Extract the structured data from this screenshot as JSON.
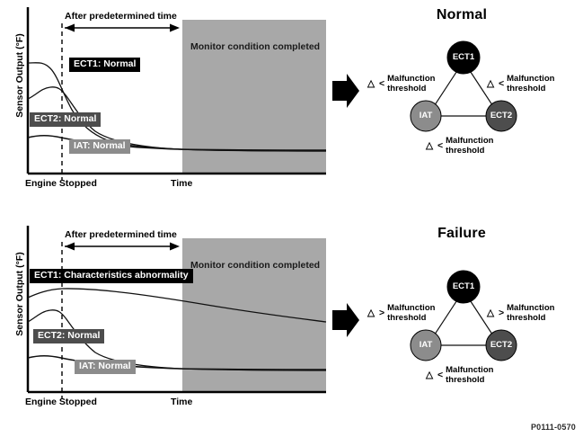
{
  "figure": {
    "code": "P0111-0570"
  },
  "panels": [
    {
      "id": "normal",
      "chart": {
        "ylabel": "Sensor Output (°F)",
        "xlabel": "Time",
        "origin_label": "Engine Stopped",
        "span_label": "After predetermined time",
        "shaded_label": "Monitor condition completed",
        "series": [
          {
            "name": "ECT1",
            "tag": "ECT1: Normal",
            "style": "tag-ect1"
          },
          {
            "name": "ECT2",
            "tag": "ECT2: Normal",
            "style": "tag-ect2"
          },
          {
            "name": "IAT",
            "tag": "IAT: Normal",
            "style": "tag-iat"
          }
        ]
      },
      "diagram": {
        "title": "Normal",
        "nodes": [
          {
            "id": "ECT1",
            "label": "ECT1",
            "color": "#000000"
          },
          {
            "id": "IAT",
            "label": "IAT",
            "color": "#8c8c8c"
          },
          {
            "id": "ECT2",
            "label": "ECT2",
            "color": "#4d4d4d"
          }
        ],
        "edges": [
          {
            "between": "ECT1-IAT",
            "glyphs": "△ <",
            "line1": "Malfunction",
            "line2": "threshold"
          },
          {
            "between": "ECT1-ECT2",
            "glyphs": "△ <",
            "line1": "Malfunction",
            "line2": "threshold"
          },
          {
            "between": "IAT-ECT2",
            "glyphs": "△ <",
            "line1": "Malfunction",
            "line2": "threshold"
          }
        ]
      }
    },
    {
      "id": "failure",
      "chart": {
        "ylabel": "Sensor Output (°F)",
        "xlabel": "Time",
        "origin_label": "Engine Stopped",
        "span_label": "After predetermined time",
        "shaded_label": "Monitor condition completed",
        "series": [
          {
            "name": "ECT1",
            "tag": "ECT1: Characteristics abnormality",
            "style": "tag-ect1"
          },
          {
            "name": "ECT2",
            "tag": "ECT2: Normal",
            "style": "tag-ect2"
          },
          {
            "name": "IAT",
            "tag": "IAT: Normal",
            "style": "tag-iat"
          }
        ]
      },
      "diagram": {
        "title": "Failure",
        "nodes": [
          {
            "id": "ECT1",
            "label": "ECT1",
            "color": "#000000"
          },
          {
            "id": "IAT",
            "label": "IAT",
            "color": "#8c8c8c"
          },
          {
            "id": "ECT2",
            "label": "ECT2",
            "color": "#4d4d4d"
          }
        ],
        "edges": [
          {
            "between": "ECT1-IAT",
            "glyphs": "△ >",
            "line1": "Malfunction",
            "line2": "threshold"
          },
          {
            "between": "ECT1-ECT2",
            "glyphs": "△ >",
            "line1": "Malfunction",
            "line2": "threshold"
          },
          {
            "between": "IAT-ECT2",
            "glyphs": "△ <",
            "line1": "Malfunction",
            "line2": "threshold"
          }
        ]
      }
    }
  ],
  "chart_data": {
    "type": "line",
    "title": "Sensor output after engine stop — Normal vs Failure",
    "xlabel": "Time",
    "ylabel": "Sensor Output (°F)",
    "grid": false,
    "legend": "inline-labels",
    "annotations": [
      "After predetermined time",
      "Monitor condition completed",
      "Engine Stopped"
    ],
    "panels": [
      {
        "name": "Normal",
        "x": [
          0,
          10,
          20,
          30,
          40,
          50,
          60,
          70,
          80,
          90,
          100
        ],
        "series": [
          {
            "name": "ECT1",
            "status": "Normal",
            "values": [
              80,
              80,
              78,
              66,
              50,
              38,
              30,
              25,
              22,
              21,
              20
            ]
          },
          {
            "name": "ECT2",
            "status": "Normal",
            "values": [
              55,
              60,
              61,
              57,
              45,
              36,
              29,
              25,
              22,
              21,
              20
            ]
          },
          {
            "name": "IAT",
            "status": "Normal",
            "values": [
              26,
              26,
              25,
              24,
              23,
              22,
              21,
              20,
              20,
              20,
              20
            ]
          }
        ]
      },
      {
        "name": "Failure",
        "x": [
          0,
          10,
          20,
          30,
          40,
          50,
          60,
          70,
          80,
          90,
          100
        ],
        "series": [
          {
            "name": "ECT1",
            "status": "Characteristics abnormality",
            "values": [
              78,
              82,
              83,
              80,
              76,
              72,
              68,
              64,
              60,
              56,
              52
            ]
          },
          {
            "name": "ECT2",
            "status": "Normal",
            "values": [
              52,
              60,
              62,
              56,
              44,
              34,
              28,
              24,
              22,
              21,
              20
            ]
          },
          {
            "name": "IAT",
            "status": "Normal",
            "values": [
              26,
              26,
              25,
              24,
              23,
              22,
              21,
              20,
              20,
              20,
              20
            ]
          }
        ]
      }
    ],
    "shaded_region": {
      "label": "Monitor condition completed",
      "x_start": 57,
      "x_end": 100
    },
    "marker_line": {
      "label": "After predetermined time start",
      "x": 12
    }
  }
}
